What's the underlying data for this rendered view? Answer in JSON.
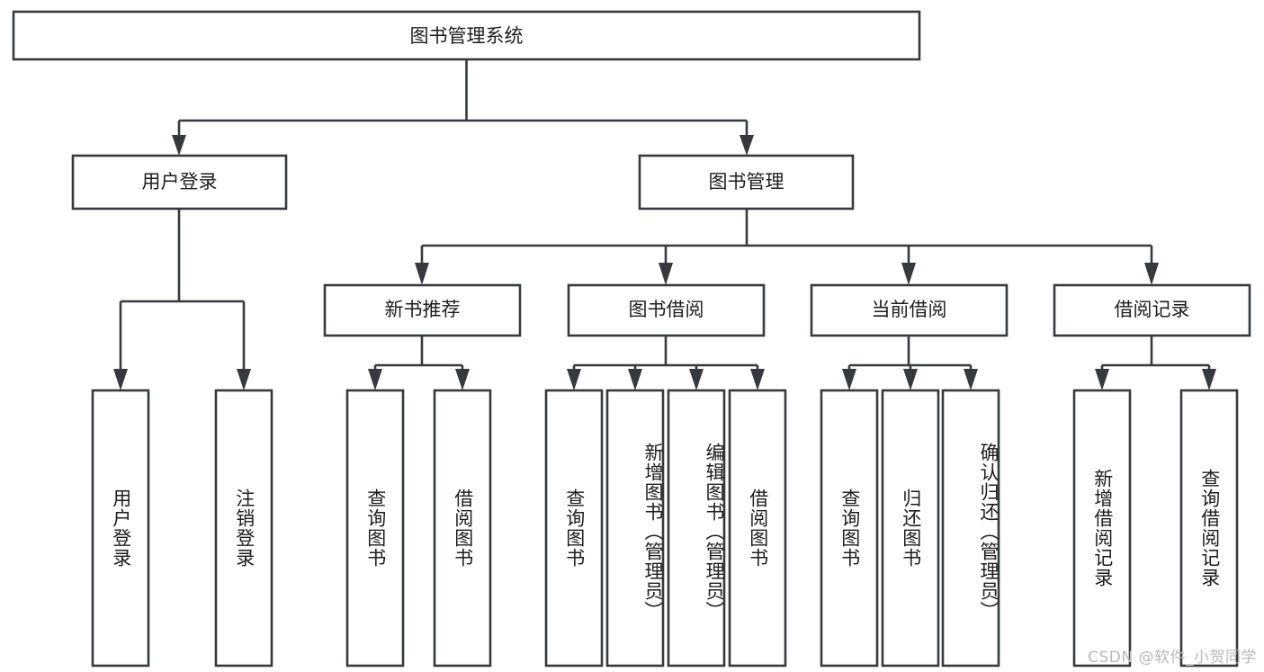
{
  "diagram": {
    "type": "tree-hierarchy",
    "title": "图书管理系统",
    "root": {
      "id": "root",
      "label": "图书管理系统",
      "orientation": "horizontal"
    },
    "level2": [
      {
        "id": "user-login",
        "label": "用户登录",
        "orientation": "horizontal"
      },
      {
        "id": "book-management",
        "label": "图书管理",
        "orientation": "horizontal"
      }
    ],
    "level3": [
      {
        "id": "new-book-recommend",
        "label": "新书推荐",
        "orientation": "horizontal",
        "parent": "book-management"
      },
      {
        "id": "book-borrow",
        "label": "图书借阅",
        "orientation": "horizontal",
        "parent": "book-management"
      },
      {
        "id": "current-borrow",
        "label": "当前借阅",
        "orientation": "horizontal",
        "parent": "book-management"
      },
      {
        "id": "borrow-record",
        "label": "借阅记录",
        "orientation": "horizontal",
        "parent": "book-management"
      }
    ],
    "leaves": [
      {
        "id": "leaf-user-login",
        "label": "用户登录",
        "orientation": "vertical",
        "parent": "user-login"
      },
      {
        "id": "leaf-logout",
        "label": "注销登录",
        "orientation": "vertical",
        "parent": "user-login"
      },
      {
        "id": "leaf-query-book-1",
        "label": "查询图书",
        "orientation": "vertical",
        "parent": "new-book-recommend"
      },
      {
        "id": "leaf-borrow-book-1",
        "label": "借阅图书",
        "orientation": "vertical",
        "parent": "new-book-recommend"
      },
      {
        "id": "leaf-query-book-2",
        "label": "查询图书",
        "orientation": "vertical",
        "parent": "book-borrow"
      },
      {
        "id": "leaf-add-book",
        "label": "新增图书（管理员）",
        "orientation": "vertical",
        "parent": "book-borrow"
      },
      {
        "id": "leaf-edit-book",
        "label": "编辑图书（管理员）",
        "orientation": "vertical",
        "parent": "book-borrow"
      },
      {
        "id": "leaf-borrow-book-2",
        "label": "借阅图书",
        "orientation": "vertical",
        "parent": "book-borrow"
      },
      {
        "id": "leaf-query-book-3",
        "label": "查询图书",
        "orientation": "vertical",
        "parent": "current-borrow"
      },
      {
        "id": "leaf-return-book",
        "label": "归还图书",
        "orientation": "vertical",
        "parent": "current-borrow"
      },
      {
        "id": "leaf-confirm-return",
        "label": "确认归还（管理员）",
        "orientation": "vertical",
        "parent": "current-borrow"
      },
      {
        "id": "leaf-add-record",
        "label": "新增借阅记录",
        "orientation": "vertical",
        "parent": "borrow-record"
      },
      {
        "id": "leaf-query-record",
        "label": "查询借阅记录",
        "orientation": "vertical",
        "parent": "borrow-record"
      }
    ],
    "colors": {
      "stroke": "#36393d",
      "fill": "#ffffff",
      "text": "#1d1d1d",
      "watermark": "#b9b9b9",
      "background": "#ffffff"
    }
  },
  "watermark": {
    "text": "CSDN @软件_小贺同学"
  }
}
